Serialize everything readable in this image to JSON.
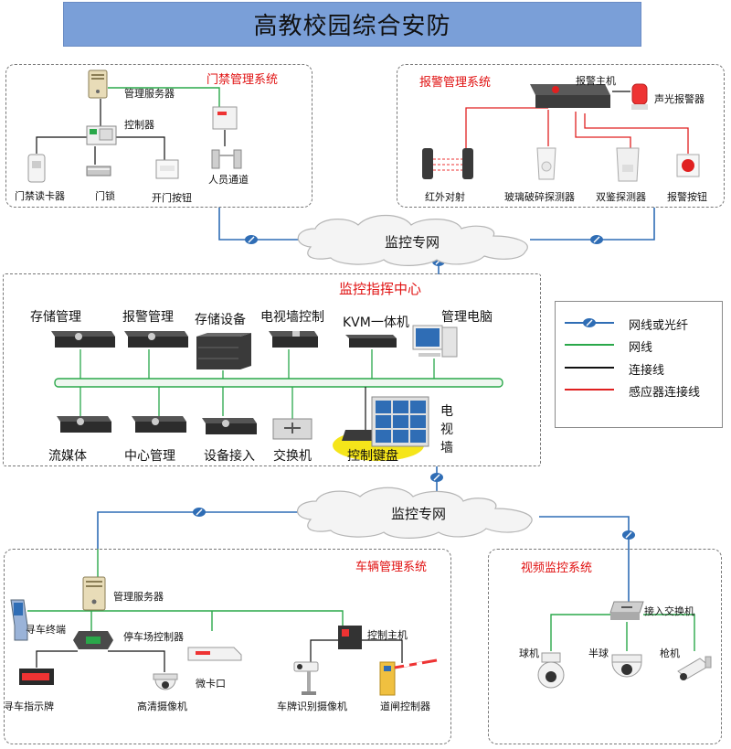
{
  "title": "高教校园综合安防",
  "access_control": {
    "title": "门禁管理系统",
    "server": "管理服务器",
    "controller": "控制器",
    "card_reader": "门禁读卡器",
    "door_lock": "门锁",
    "exit_button": "开门按钮",
    "turnstile": "人员通道"
  },
  "alarm": {
    "title": "报警管理系统",
    "host": "报警主机",
    "siren": "声光报警器",
    "ir_beam": "红外对射",
    "glass_break": "玻璃破碎探测器",
    "dual_tech": "双鉴探测器",
    "panic_button": "报警按钮"
  },
  "network": {
    "top": "监控专网",
    "bottom": "监控专网"
  },
  "center": {
    "title": "监控指挥中心",
    "storage_mgmt": "存储管理",
    "alarm_mgmt": "报警管理",
    "storage_device": "存储设备",
    "tv_wall_ctrl": "电视墙控制",
    "kvm": "KVM一体机",
    "mgmt_pc": "管理电脑",
    "streaming": "流媒体",
    "center_mgmt": "中心管理",
    "device_access": "设备接入",
    "switch": "交换机",
    "keyboard": "控制键盘",
    "tv_wall": "电视墙"
  },
  "legend": {
    "items": [
      {
        "label": "网线或光纤",
        "color": "#2f6db5",
        "kind": "fiber"
      },
      {
        "label": "网线",
        "color": "#2aa84a",
        "kind": "line"
      },
      {
        "label": "连接线",
        "color": "#111111",
        "kind": "line"
      },
      {
        "label": "感应器连接线",
        "color": "#e02020",
        "kind": "line"
      }
    ]
  },
  "vehicle": {
    "title": "车辆管理系统",
    "server": "管理服务器",
    "finder_terminal": "寻车终端",
    "parking_ctrl": "停车场控制器",
    "finder_sign": "寻车指示牌",
    "hd_camera": "高清摄像机",
    "bayonet": "微卡口",
    "ctrl_host": "控制主机",
    "lpr_camera": "车牌识别摄像机",
    "barrier_ctrl": "道闸控制器"
  },
  "video": {
    "title": "视频监控系统",
    "switch": "接入交换机",
    "dome": "球机",
    "half_dome": "半球",
    "bullet": "枪机"
  },
  "colors": {
    "fiber": "#2f6db5",
    "net": "#2aa84a",
    "connect": "#111111",
    "sensor": "#e02020",
    "title_bg": "#7a9fd8",
    "group_title": "#e01010"
  }
}
